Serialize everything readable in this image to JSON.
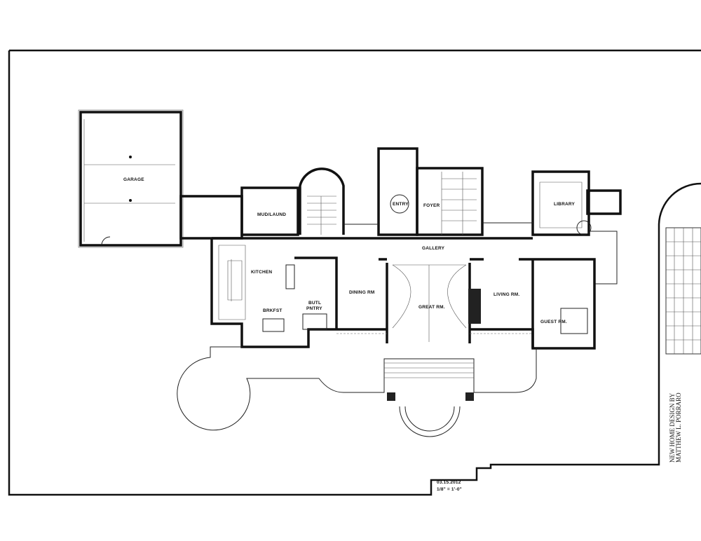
{
  "rooms": {
    "garage": "GARAGE",
    "mud_laund": "MUD/LAUND",
    "entry": "ENTRY",
    "foyer": "FOYER",
    "library": "LIBRARY",
    "gallery": "GALLERY",
    "kitchen": "KITCHEN",
    "dining": "DINING RM",
    "great": "GREAT RM.",
    "living": "LIVING RM.",
    "guest": "GUEST RM.",
    "brkfst": "BRKFST",
    "butl_1": "BUTL",
    "butl_2": "PNTRY"
  },
  "title_block": {
    "line1": "NEW HOME DESIGN BY",
    "line2": "MATTHEW L. PORRARO",
    "drawing_date": "03.15.2012",
    "scale": "1/8\" = 1'-0\""
  }
}
